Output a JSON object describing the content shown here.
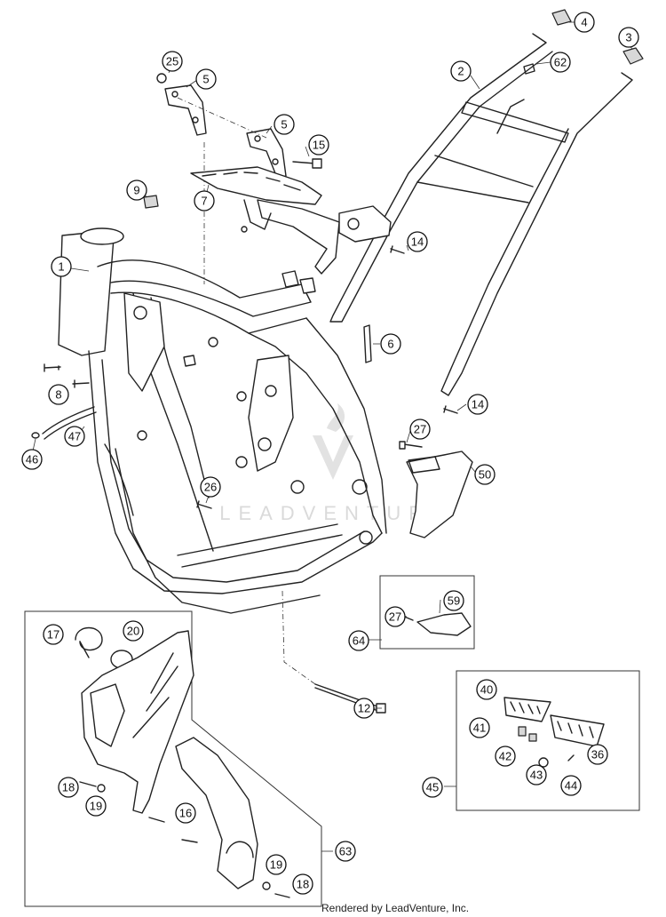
{
  "footer_text": "Rendered by LeadVenture, Inc.",
  "watermark_text": "LEADVENTURE",
  "callouts": [
    "1",
    "2",
    "3",
    "4",
    "5",
    "5",
    "6",
    "7",
    "8",
    "9",
    "12",
    "14",
    "14",
    "15",
    "16",
    "17",
    "18",
    "18",
    "19",
    "19",
    "20",
    "25",
    "26",
    "27",
    "27",
    "36",
    "40",
    "41",
    "42",
    "43",
    "44",
    "45",
    "46",
    "47",
    "50",
    "59",
    "62",
    "63",
    "64"
  ]
}
